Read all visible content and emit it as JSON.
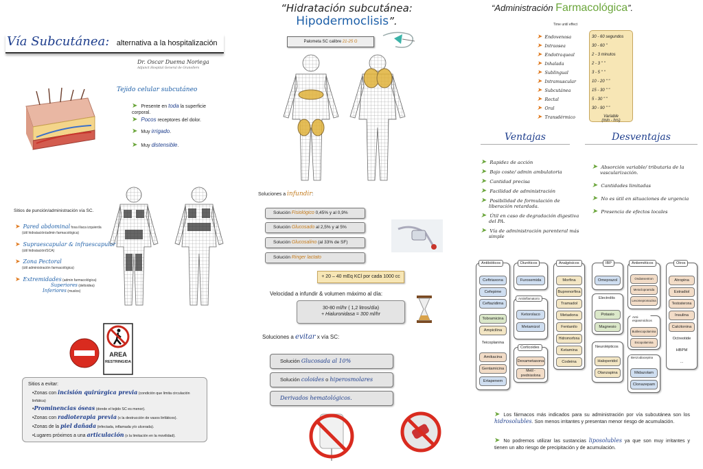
{
  "col1": {
    "title_big": "Vía Subcutánea:",
    "title_small": "alternativa a la hospitalización",
    "author": "Dr. Oscar Duema Noriega",
    "author_sub": "Adjunct Hospital General de Granollers",
    "tissue_title": "Tejido celular subcutáneo",
    "tissue_items": [
      {
        "pre": "Presente en ",
        "hl": "toda",
        "post": " la superficie corporal."
      },
      {
        "pre": "",
        "hl": "Pocos",
        "post": " receptores del dolor."
      },
      {
        "pre": "Muy ",
        "hl": "irrigado",
        "post": "."
      },
      {
        "pre": "Muy ",
        "hl": "distensible",
        "post": "."
      }
    ],
    "sites_title": "Sitios de punción/administración vía SC.",
    "sites": [
      {
        "label": "Pared abdominal",
        "desc": " fosa ilíaca izquierda",
        "desc2": "(útil hidratación/admin farmacológica)"
      },
      {
        "label": "Supraescapular & infraescapular",
        "desc": "",
        "desc2": "(útil hidratación/SCA)"
      },
      {
        "label": "Zona Pectoral",
        "desc": "",
        "desc2": "(útil administración farmacológica)"
      },
      {
        "label": "Extremidades",
        "desc": " (admin farmacológica)",
        "desc2": ""
      }
    ],
    "sites_sup": "Superiores",
    "sites_sup_d": " (deltoidea)",
    "sites_inf": "Inferiores",
    "sites_inf_d": " (muslos)",
    "area_sign": [
      "AREA",
      "RESTRINGIDA"
    ],
    "avoid_title": "Sitios a evitar:",
    "avoid": [
      {
        "pre": "•Zonas con ",
        "hl": "incisión quirúrgica previa",
        "post": " (condición que limita circulación linfática)"
      },
      {
        "pre": "•",
        "hl": "Prominencias óseas",
        "post": " (donde el tejido SC es menor)."
      },
      {
        "pre": "•Zonas con ",
        "hl": "radioterapia previa",
        "post": " (x la destrucción de vasos linfáticos)."
      },
      {
        "pre": "•Zonas de la ",
        "hl": "piel dañada",
        "post": " (infectada, inflamada y/o ulcerada)."
      },
      {
        "pre": "•Lugares próximos a una ",
        "hl": "articulación",
        "post": " (x la limitación en la movilidad)."
      }
    ]
  },
  "col2": {
    "title_pre": "“Hidratación subcutánea: ",
    "title_hi": "Hipodermoclisis",
    "title_post": "”.",
    "palometa_pre": "Palometa SC calibre ",
    "palometa_hi": "21-25 G",
    "sol_title_pre": "Soluciones a ",
    "sol_title_hi": "infundir",
    "sol_title_post": ":",
    "solutions": [
      {
        "pre": "Solución ",
        "hi": "Fisiológico",
        "post": " 0,45% y  al 0,9%"
      },
      {
        "pre": "Solución ",
        "hi": "Glucosado",
        "post": " al 2,5% y al 5%"
      },
      {
        "pre": "Solución ",
        "hi": "Glucosalino",
        "post": " (al 33% de SF)"
      },
      {
        "pre": "Solución ",
        "hi": "Ringer lactato",
        "post": ""
      }
    ],
    "kcl": "+ 20 – 40 mEq KCl por cada 1000 cc",
    "vel_title": "Velocidad a infundir & volumen máximo al día:",
    "vel_line1": "30-80 ml/hr ( 1,2 litros/día)",
    "vel_line2": "+ Hialuronidasa = 300 ml/hr",
    "avoid_title_pre": "Soluciones a ",
    "avoid_title_hi": "evitar",
    "avoid_title_post": " x vía SC:",
    "avoid": [
      {
        "pre": "Solución ",
        "hi": "Glucosada al 10%",
        "post": ""
      },
      {
        "pre": "Solución ",
        "hi": "coloides",
        "mid": " o ",
        "hi2": "hiperosmolares",
        "post": ""
      },
      {
        "pre": "",
        "hi": "Derivados hematológicos.",
        "post": ""
      }
    ]
  },
  "col3": {
    "title_pre": "“Administración ",
    "title_hi": "Farmacológica",
    "title_post": "”.",
    "time_label": "Time until effect",
    "routes": [
      "Endovenosa",
      "Intraosea",
      "Endotraqueal",
      "Inhalada",
      "Sublingual",
      "Intramuscular",
      "Subcutánea",
      "Rectal",
      "Oral",
      "Transdérmico"
    ],
    "times": [
      "30 - 60 segundos",
      "30 - 60   \"",
      "2 - 3      minutos",
      "2 - 3     \"   \"",
      "3 - 5     \"   \"",
      "10 - 20    \"   \"",
      "15 - 30    \"   \"",
      "5 - 30     \"   \"",
      "30 - 90    \"   \""
    ],
    "time_last": "Variable",
    "time_last_unit": "(min - hrs)",
    "ventajas_title": "Ventajas",
    "desventajas_title": "Desventajas",
    "ventajas": [
      "Rapidez de acción",
      "Bajo coste/ admin ambulatoria",
      "Cantidad precisa",
      "Facilidad de administración",
      "Posibilidad de formulación de liberación retardada.",
      "Útil en caso de degradación digestiva del PA.",
      "Vía de administración parenteral más simple"
    ],
    "desventajas": [
      "Absorción variable/ tributaria de la vascularización.",
      "Cantidades limitadas",
      "No es útil en situaciones de urgencia",
      "Presencia de efectos locales"
    ],
    "groups": {
      "antibioticos": "Antibióticos",
      "diureticos": "Diuréticos",
      "antiinflamatorios": "Antiinflamatorio",
      "corticoides": "Corticoides",
      "analgesicos": "Analgésicos",
      "ibp": "IBP",
      "electrolitos": "Electrolits",
      "neurolepticos": "Neurolépticos",
      "antiemeticos": "Antieméticos",
      "antiespasmodicos": "Anti-espasmódicos",
      "benzodiacepina": "Benzodiacepina",
      "otros": "Otros"
    },
    "drugs": {
      "antibioticos": [
        "Ceftriaxona",
        "Cefepime",
        "Ceftazidima",
        "Tobramicina",
        "Ampicilina",
        "Teicoplanina",
        "Amikacina",
        "Gentamicina",
        "Ertapenem"
      ],
      "diureticos": [
        "Furosemida"
      ],
      "antiinflamatorios": [
        "Ketorolaco",
        "Metamizol"
      ],
      "corticoides": [
        "Dexametasona",
        "Metil - prednisolona"
      ],
      "analgesicos": [
        "Morfina",
        "Buprenorfina",
        "Tramadol",
        "Metadona",
        "Fentanilo",
        "Hidromorfona",
        "Ketamina",
        "Codeina"
      ],
      "ibp": [
        "Omeprazol"
      ],
      "electrolitos": [
        "Potasio",
        "Magnesio"
      ],
      "neurolepticos": [
        "Haloperidol",
        "Olanzapina"
      ],
      "antiemeticos": [
        "Ondansentron",
        "Metoclopramida",
        "Levomepromazina"
      ],
      "antiespasmodicos": [
        "Butilescopolamina",
        "Escopolamina"
      ],
      "benzodiacepina": [
        "Midazolam",
        "Clonazepam"
      ],
      "otros": [
        "Atropina",
        "Estradiol",
        "Testosterona",
        "Insulina",
        "Calcitonina",
        "Octreotide",
        "HBPM",
        "..."
      ]
    },
    "foot1_pre": "Los fármacos más indicados para su administración por vía subcutánea son los ",
    "foot1_hi": "hidrosolubles",
    "foot1_post": ". Son menos irritantes y presentan menor riesgo de acumulación.",
    "foot2_pre": "No podremos utilizar las sustancias ",
    "foot2_hi": "liposolubles",
    "foot2_post": " ya que son muy irritantes y tienen un alto riesgo de precipitación y de acumulación."
  },
  "colors": {
    "blue": "#1d3d8c",
    "orange": "#c37a1b",
    "green": "#6aa53a"
  }
}
